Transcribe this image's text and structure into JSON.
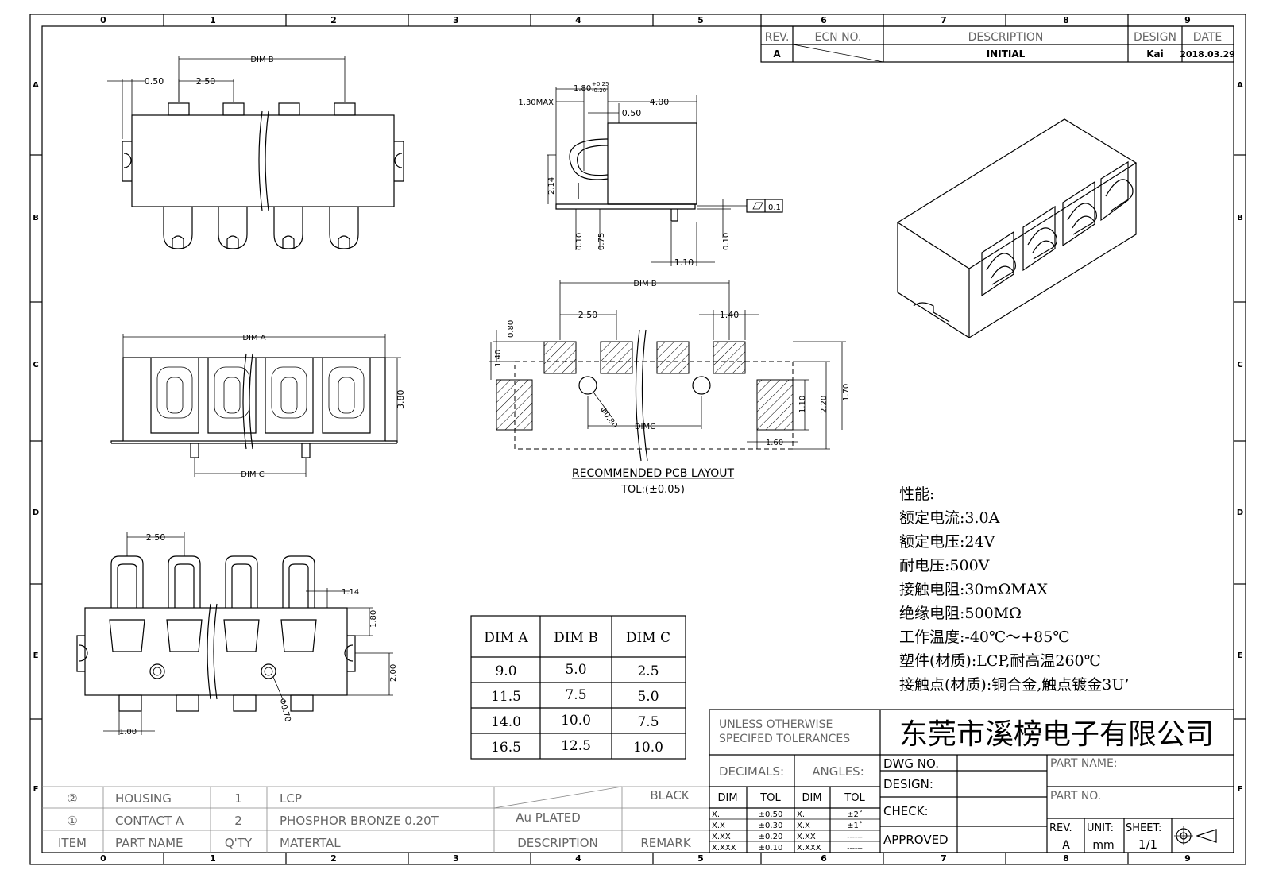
{
  "border": {
    "columns": [
      "0",
      "1",
      "2",
      "3",
      "4",
      "5",
      "6",
      "7",
      "8",
      "9"
    ],
    "rows": [
      "A",
      "B",
      "C",
      "D",
      "E",
      "F"
    ]
  },
  "revision_block": {
    "headers": [
      "REV.",
      "ECN NO.",
      "DESCRIPTION",
      "DESIGN",
      "DATE"
    ],
    "row": {
      "rev": "A",
      "ecn": "",
      "description": "INITIAL",
      "design": "Kai",
      "date": "2018.03.29"
    }
  },
  "top_view": {
    "dim_b": "DIM B",
    "pitch": "2.50",
    "offset": "0.50"
  },
  "side_view": {
    "d_130": "1.30MAX",
    "d_180": "1.80",
    "d_180_tol_up": "+0.25",
    "d_180_tol_dn": "-0.20",
    "d_400": "4.00",
    "d_050": "0.50",
    "d_214": "2.14",
    "d_010a": "0.10",
    "d_075": "0.75",
    "d_010b": "0.10",
    "d_110": "1.10",
    "flatness": "0.1"
  },
  "front_view": {
    "dim_a": "DIM A",
    "dim_c": "DIM C",
    "height": "3.80"
  },
  "pcb_layout": {
    "dim_b": "DIM B",
    "pitch": "2.50",
    "pad_w": "1.40",
    "pad_h": "0.80",
    "pad_off": "1.40",
    "hole": "Φ0.80",
    "dim_c": "DIMC",
    "d110": "1.10",
    "d220": "2.20",
    "d170": "1.70",
    "d160": "1.60",
    "title": "RECOMMENDED PCB LAYOUT",
    "tol": "TOL:(±0.05)"
  },
  "bottom_view": {
    "pitch": "2.50",
    "d114": "1.14",
    "d180": "1.80",
    "d200": "2.00",
    "d100": "1.00",
    "peg": "Φ0.70"
  },
  "dim_table": {
    "headers": [
      "DIM A",
      "DIM B",
      "DIM C"
    ],
    "rows": [
      [
        "9.0",
        "5.0",
        "2.5"
      ],
      [
        "11.5",
        "7.5",
        "5.0"
      ],
      [
        "14.0",
        "10.0",
        "7.5"
      ],
      [
        "16.5",
        "12.5",
        "10.0"
      ]
    ]
  },
  "specs": {
    "title": "性能:",
    "lines": [
      "额定电流:3.0A",
      "额定电压:24V",
      "耐电压:500V",
      "接触电阻:30mΩMAX",
      "绝缘电阻:500MΩ",
      "工作温度:-40℃～+85℃",
      "塑件(材质):LCP,耐高温260℃",
      "接触点(材质):铜合金,触点镀金3U’"
    ]
  },
  "bom": {
    "rows": [
      {
        "item": "②",
        "name": "HOUSING",
        "qty": "1",
        "material": "LCP",
        "description": "",
        "remark": "BLACK"
      },
      {
        "item": "①",
        "name": "CONTACT A",
        "qty": "2",
        "material": "PHOSPHOR BRONZE 0.20T",
        "description": "Au PLATED",
        "remark": ""
      }
    ],
    "header": {
      "item": "ITEM",
      "name": "PART NAME",
      "qty": "Q'TY",
      "material": "MATERTAL",
      "description": "DESCRIPTION",
      "remark": "REMARK"
    }
  },
  "title_block": {
    "tol_note_1": "UNLESS OTHERWISE",
    "tol_note_2": "SPECIFED TOLERANCES",
    "company": "东莞市溪榜电子有限公司",
    "decimals": "DECIMALS:",
    "angles": "ANGLES:",
    "dim": "DIM",
    "tol": "TOL",
    "dec_rows": [
      [
        "X.",
        "±0.50"
      ],
      [
        "X.X",
        "±0.30"
      ],
      [
        "X.XX",
        "±0.20"
      ],
      [
        "X.XXX",
        "±0.10"
      ]
    ],
    "ang_rows": [
      [
        "X.",
        "±2˚"
      ],
      [
        "X.X",
        "±1˚"
      ],
      [
        "X.XX",
        "------"
      ],
      [
        "X.XXX",
        "------"
      ]
    ],
    "dwg_no": "DWG NO.",
    "design": "DESIGN:",
    "check": "CHECK:",
    "approved": "APPROVED",
    "part_name": "PART NAME:",
    "part_no": "PART NO.",
    "rev_label": "REV.",
    "rev_value": "A",
    "unit_label": "UNIT:",
    "unit_value": "mm",
    "sheet_label": "SHEET:",
    "sheet_value": "1/1"
  }
}
